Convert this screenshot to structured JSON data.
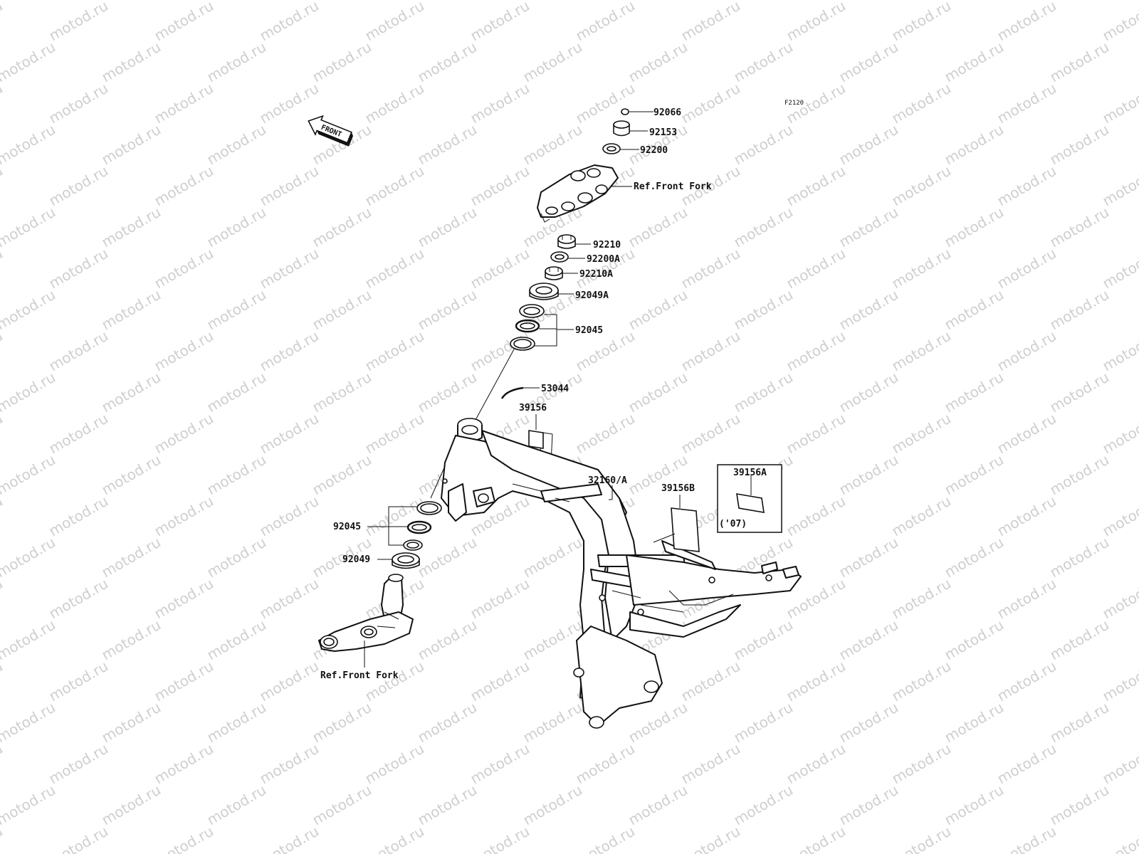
{
  "watermark": "motod.ru",
  "diagram_code": "F2120",
  "front_arrow_label": "FRONT",
  "labels": {
    "p92066": "92066",
    "p92153": "92153",
    "p92200": "92200",
    "ref_front_fork_top": "Ref.Front Fork",
    "p92210": "92210",
    "p92200A": "92200A",
    "p92210A": "92210A",
    "p92049A": "92049A",
    "p92045_top": "92045",
    "p53044": "53044",
    "p39156": "39156",
    "p32160A": "32160/A",
    "p39156B": "39156B",
    "p39156A": "39156A",
    "year_07": "('07)",
    "p92045_bottom": "92045",
    "p92049": "92049",
    "ref_front_fork_bottom": "Ref.Front Fork"
  }
}
